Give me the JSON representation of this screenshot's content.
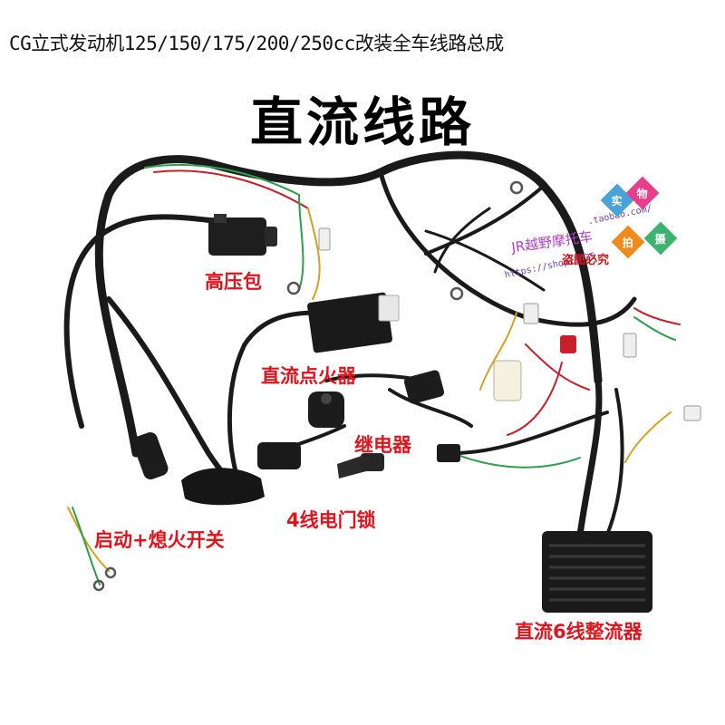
{
  "header": {
    "subtitle": "CG立式发动机125/150/175/200/250cc改装全车线路总成",
    "title": "直流线路"
  },
  "labels": {
    "ignition_coil": "高压包",
    "cdi": "直流点火器",
    "relay": "继电器",
    "start_kill_switch": "启动+熄火开关",
    "ignition_lock": "4线电门锁",
    "rectifier": "直流6线整流器"
  },
  "watermark": {
    "shop_name": "JR越野摩托车",
    "url": "https://shop11435",
    "url_tail": ".taobao.com/",
    "notice": "盗图必究",
    "badges": [
      "实",
      "物",
      "拍",
      "摄"
    ]
  },
  "colors": {
    "label_red": "#e0141c",
    "wire_black": "#1a1a1a",
    "watermark_purple": "#b040c8",
    "badge_colors": [
      "#4aa3d8",
      "#e83c8c",
      "#f08a1c",
      "#3cb371"
    ]
  }
}
